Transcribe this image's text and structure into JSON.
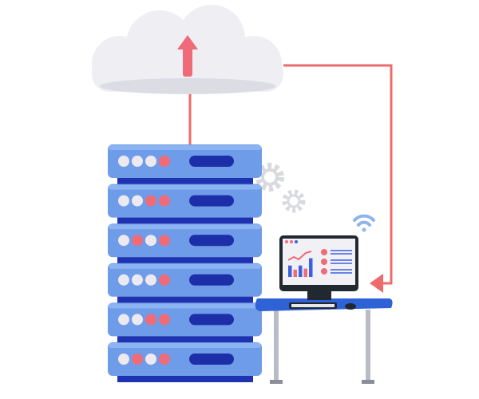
{
  "colors": {
    "server_face": "#6f9ce8",
    "server_top": "#8db4f2",
    "server_gap": "#1f33b0",
    "slot": "#1d2fa8",
    "light_white": "#ece9f0",
    "light_red": "#ef6b78",
    "connector": "#ef6b6b",
    "cloud": "#eeeef3",
    "desk": "#2f62d6",
    "monitor_frame": "#222830",
    "gear": "#d9dadf",
    "wifi": "#8fb3ee"
  },
  "servers": [
    {
      "lights": [
        "white",
        "white",
        "white",
        "red"
      ]
    },
    {
      "lights": [
        "white",
        "white",
        "red",
        "red"
      ]
    },
    {
      "lights": [
        "white",
        "red",
        "white",
        "red"
      ]
    },
    {
      "lights": [
        "white",
        "white",
        "white",
        "red"
      ]
    },
    {
      "lights": [
        "white",
        "white",
        "red",
        "red"
      ]
    },
    {
      "lights": [
        "white",
        "red",
        "white",
        "red"
      ]
    }
  ],
  "icons": {
    "cloud": "upload-cloud-icon",
    "gears": "gear-icon",
    "wifi": "wifi-icon",
    "monitor": "monitor-icon"
  },
  "monitor_chart": {
    "bars": [
      0.55,
      0.35,
      0.55,
      0.4,
      0.9
    ],
    "bar_colors": [
      "#3d5fe0",
      "#ef6b78",
      "#3d5fe0",
      "#ef6b78",
      "#3d5fe0"
    ]
  }
}
